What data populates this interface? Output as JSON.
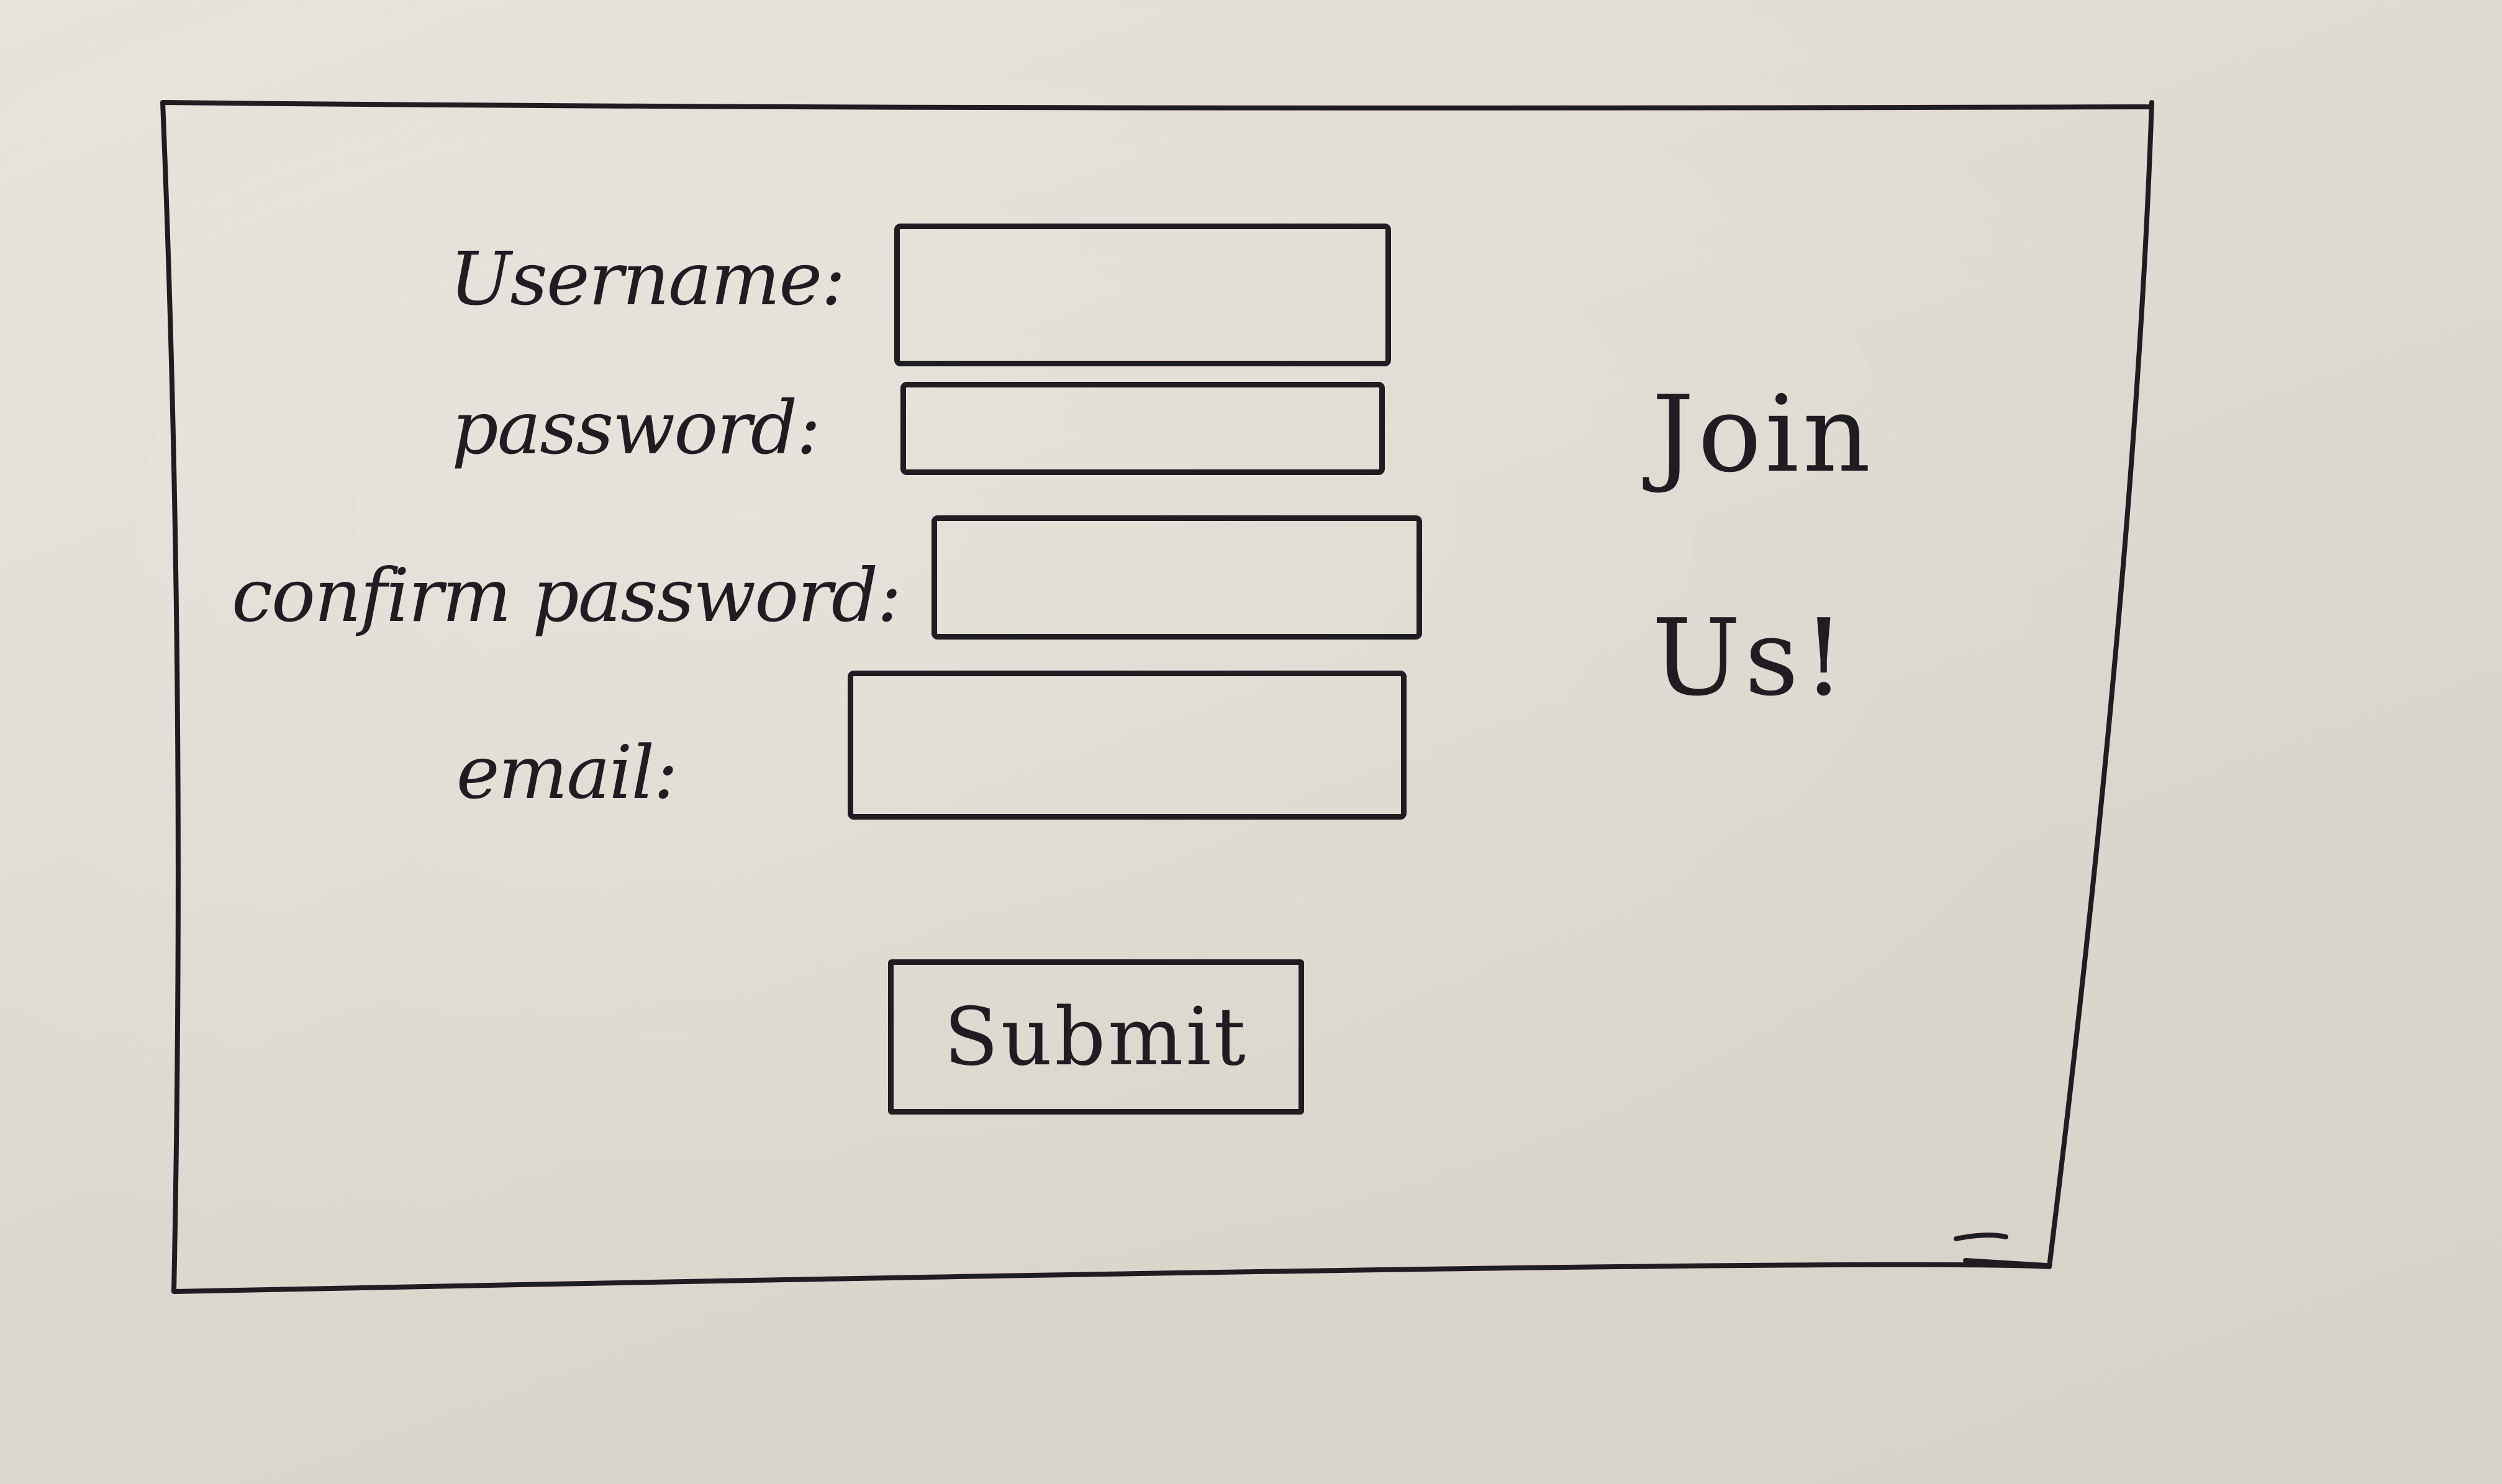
{
  "form": {
    "fields": [
      {
        "label": "Username:",
        "value": "",
        "placeholder": ""
      },
      {
        "label": "password:",
        "value": "",
        "placeholder": ""
      },
      {
        "label": "confirm password:",
        "value": "",
        "placeholder": ""
      },
      {
        "label": "email:",
        "value": "",
        "placeholder": ""
      }
    ],
    "submit_label": "Submit"
  },
  "tagline": {
    "line1": "Join",
    "line2": "Us!"
  },
  "colors": {
    "paper": "#dedad2",
    "ink": "#1f1d22"
  }
}
